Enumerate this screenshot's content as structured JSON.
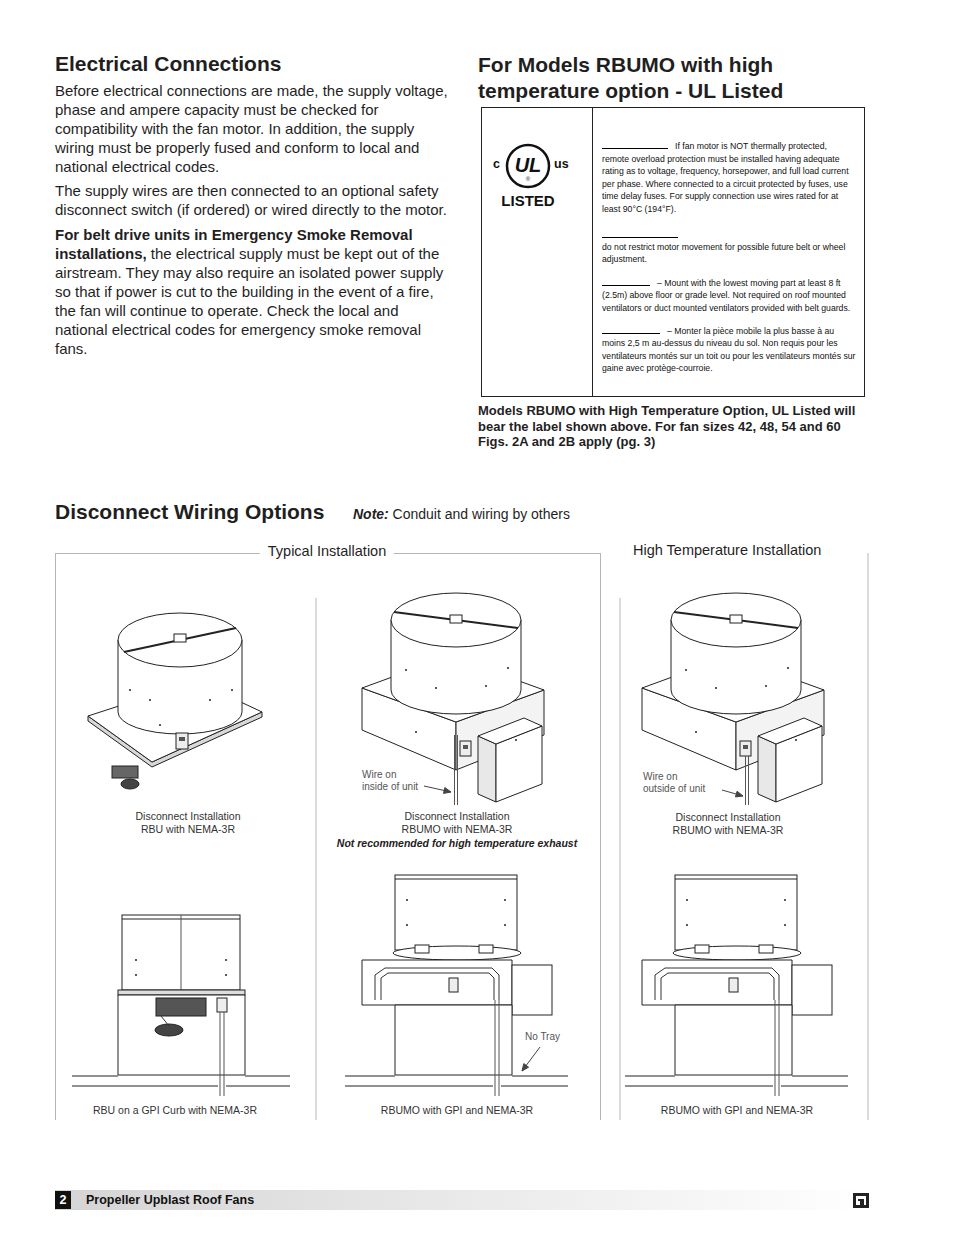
{
  "diagram": {
    "nodes": [
      {
        "text": [
          "c",
          "UL",
          "®",
          "us",
          "LISTED"
        ]
      },
      {
        "text": [
          "If fan motor is NOT thermally protected, remote overload protection must be installed having adequate rating as to voltage, frequency, horsepower, and full load current per phase. Where connected to a circuit protected by fuses, use time delay fuses. For supply connection use wires rated for at least 90°C (194°F).",
          "do not restrict motor movement for possible future belt or wheel adjustment.",
          "– Mount with the lowest moving part at least 8 ft (2.5m) above floor or grade level. Not required on roof mounted ventilators or duct mounted ventilators provided with belt guards.",
          "– Monter la pièce mobile la plus basse à au moins 2,5 m au-dessus du niveau du sol. Non requis pour les ventilateurs montés sur un toit ou pour les ventilateurs montés sur gaine avec protège-courroie."
        ]
      },
      {
        "text": [
          "Typical Installation"
        ]
      },
      {
        "text": [
          "2"
        ]
      }
    ],
    "labels": [
      "Electrical Connections",
      "Before electrical connections are made, the supply voltage, phase and ampere capacity must be checked for compatibility with the fan motor. In addition, the supply wiring must be properly fused and conform to local and national electrical codes.",
      "The supply wires are then connected to an optional safety disconnect switch (if ordered) or wired directly to the motor.",
      "For belt drive units in Emergency Smoke Removal installations,",
      "the electrical supply must be kept out of the airstream. They may also require an isolated power supply so that if power is cut to the building in the event of a fire, the fan will continue to operate. Check the local and national electrical codes for emergency smoke removal fans.",
      "For Models RBUMO with high temperature option - UL Listed",
      "Models RBUMO with High Temperature Option, UL Listed will bear the label shown above. For fan sizes 42, 48, 54 and 60 Figs. 2A and 2B apply (pg. 3)",
      "Disconnect Wiring Options",
      "Note:",
      "Conduit and wiring by others",
      "High Temperature Installation",
      "Disconnect Installation",
      "RBU with NEMA-3R",
      "Wire on",
      "inside of unit",
      "Disconnect Installation",
      "RBUMO with NEMA-3R",
      "Not recommended for high temperature exhaust",
      "Wire on",
      "outside of unit",
      "Disconnect Installation",
      "RBUMO with NEMA-3R",
      "No Tray",
      "RBU on a GPI Curb with NEMA-3R",
      "RBUMO with GPI and NEMA-3R",
      "RBUMO with GPI and NEMA-3R",
      "Propeller Upblast Roof Fans"
    ]
  }
}
